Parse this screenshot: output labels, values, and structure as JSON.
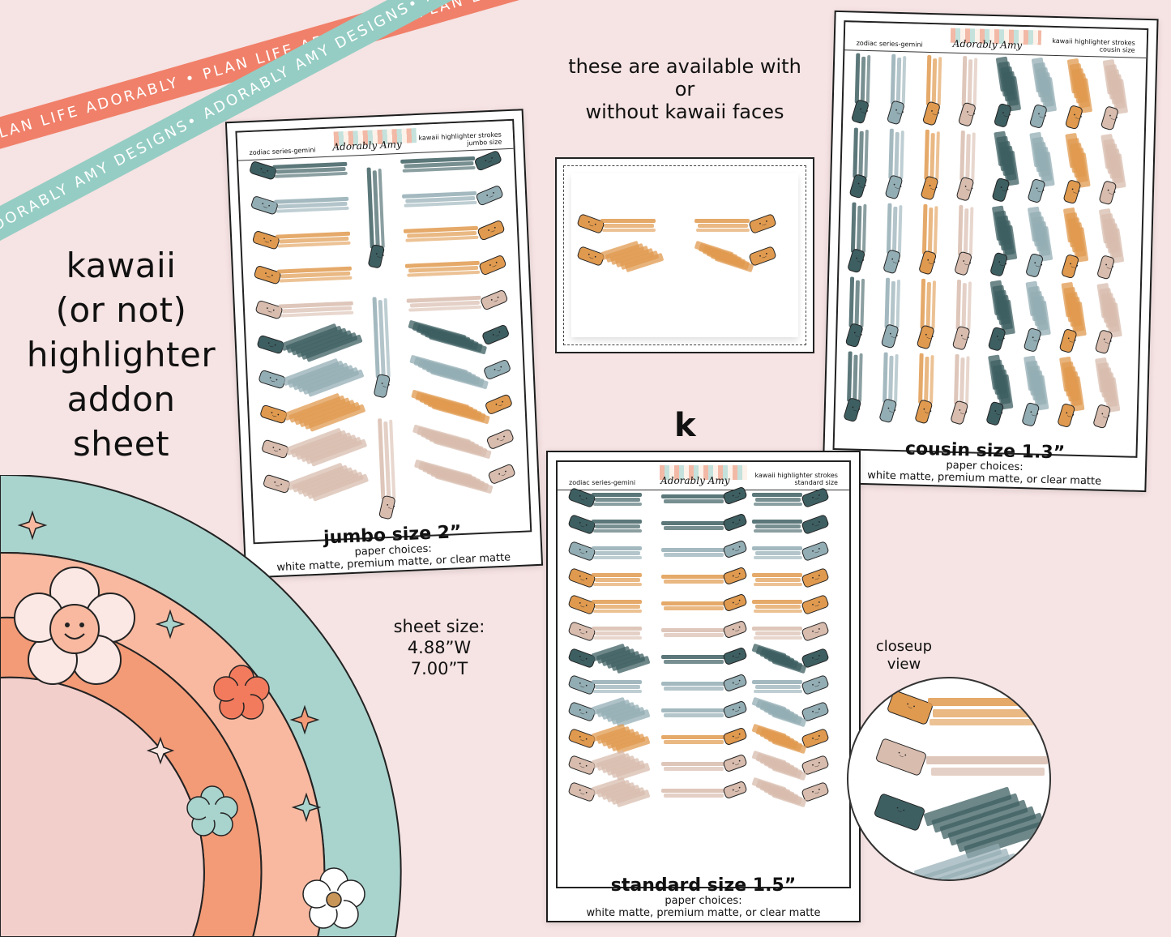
{
  "ribbons": {
    "coral_text": "PLAN LIFE ADORABLY • PLAN LIFE ADORABLY • PLAN LIFE ADORABLY",
    "teal_text": "ADORABLY AMY DESIGNS• ADORABLY AMY DESIGNS• ADORABLY AMY DESIGNS•"
  },
  "main_title": {
    "line1": "kawaii",
    "line2": "(or not)",
    "line3": "highlighter",
    "line4": "addon",
    "line5": "sheet"
  },
  "availability_note": {
    "line1": "these are available with",
    "line2": "or",
    "line3": "without kawaii faces"
  },
  "sheet_size": {
    "label": "sheet size:",
    "width": "4.88”W",
    "height": "7.00”T"
  },
  "k_letter": "k",
  "closeup": {
    "line1": "closeup",
    "line2": "view"
  },
  "header": {
    "series": "zodiac series-gemini",
    "logo": "Adorably Amy",
    "product": "kawaii highlighter strokes"
  },
  "sheets": {
    "jumbo": {
      "size_label": "jumbo size",
      "title": "jumbo size 2”",
      "paper_label": "paper choices:",
      "paper_options": "white matte, premium matte, or clear matte"
    },
    "cousin": {
      "size_label": "cousin size",
      "title": "cousin size 1.3”",
      "paper_label": "paper choices:",
      "paper_options": "white matte, premium matte, or clear matte"
    },
    "standard": {
      "size_label": "standard size",
      "title": "standard size 1.5”",
      "paper_label": "paper choices:",
      "paper_options": "white matte, premium matte, or clear matte"
    }
  },
  "colors": {
    "background": "#f6e3e3",
    "coral": "#f0806a",
    "teal_ribbon": "#95cdc4",
    "dark_teal": "#3e5f62",
    "slate_blue": "#93adb4",
    "orange": "#e09a4f",
    "taupe": "#d8bcae"
  }
}
